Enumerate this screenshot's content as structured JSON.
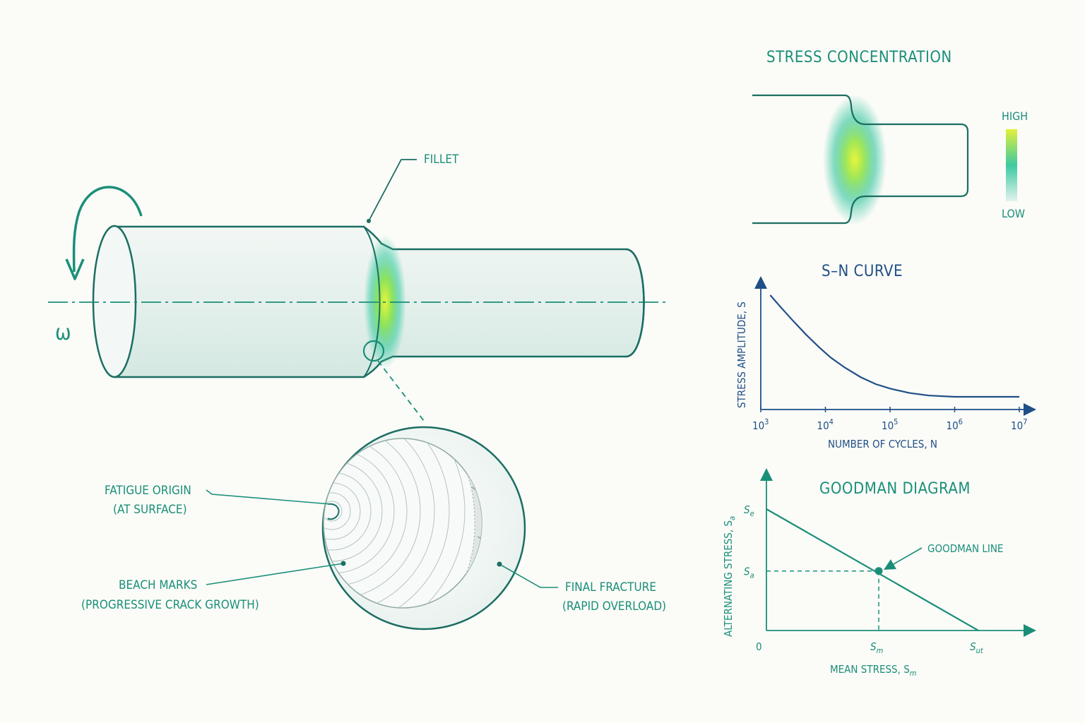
{
  "shaft": {
    "rotation_symbol": "ω",
    "fillet_label": "FILLET"
  },
  "fracture": {
    "origin_label_1": "FATIGUE ORIGIN",
    "origin_label_2": "(AT SURFACE)",
    "beach_label_1": "BEACH MARKS",
    "beach_label_2": "(PROGRESSIVE CRACK GROWTH)",
    "final_label_1": "FINAL FRACTURE",
    "final_label_2": "(RAPID OVERLOAD)"
  },
  "stress_concentration": {
    "title": "STRESS CONCENTRATION",
    "scale_high": "HIGH",
    "scale_low": "LOW"
  },
  "colors": {
    "teal": "#1a8f78",
    "navy": "#1f4f86",
    "highlight": "#d9f23a"
  },
  "chart_data": [
    {
      "type": "line",
      "title": "S–N CURVE",
      "xlabel": "NUMBER OF CYCLES, N",
      "ylabel": "STRESS AMPLITUDE, S",
      "x_scale": "log",
      "x_ticks": [
        {
          "base": "10",
          "exp": "3"
        },
        {
          "base": "10",
          "exp": "4"
        },
        {
          "base": "10",
          "exp": "5"
        },
        {
          "base": "10",
          "exp": "6"
        },
        {
          "base": "10",
          "exp": "7"
        }
      ],
      "xlim": [
        1000,
        10000000
      ],
      "ylim": [
        0,
        1
      ],
      "grid": false,
      "series": [
        {
          "x": [
            1400,
            2000,
            3000,
            5000,
            8000,
            12000,
            20000,
            35000,
            60000,
            100000,
            200000,
            400000,
            1000000,
            3000000,
            10000000
          ],
          "y": [
            0.9,
            0.81,
            0.71,
            0.59,
            0.49,
            0.41,
            0.33,
            0.255,
            0.2,
            0.165,
            0.13,
            0.11,
            0.1,
            0.1,
            0.1
          ]
        }
      ]
    },
    {
      "type": "line",
      "title": "GOODMAN DIAGRAM",
      "xlabel": "MEAN STRESS, S",
      "xlabel_sub": "m",
      "ylabel": "ALTERNATING STRESS, S",
      "ylabel_sub": "a",
      "origin_label": "0",
      "y_ticks": [
        {
          "base": "S",
          "sub": "e",
          "value": 1.0
        },
        {
          "base": "S",
          "sub": "a",
          "value": 0.49
        }
      ],
      "x_ticks": [
        {
          "base": "S",
          "sub": "m",
          "value": 0.53
        },
        {
          "base": "S",
          "sub": "ut",
          "value": 1.0
        }
      ],
      "xlim": [
        0,
        1.25
      ],
      "ylim": [
        0,
        1.3
      ],
      "grid": false,
      "series": [
        {
          "name": "GOODMAN LINE",
          "x": [
            0,
            1.0
          ],
          "y": [
            1.0,
            0
          ]
        }
      ],
      "point": {
        "x": 0.53,
        "y": 0.49
      }
    }
  ]
}
